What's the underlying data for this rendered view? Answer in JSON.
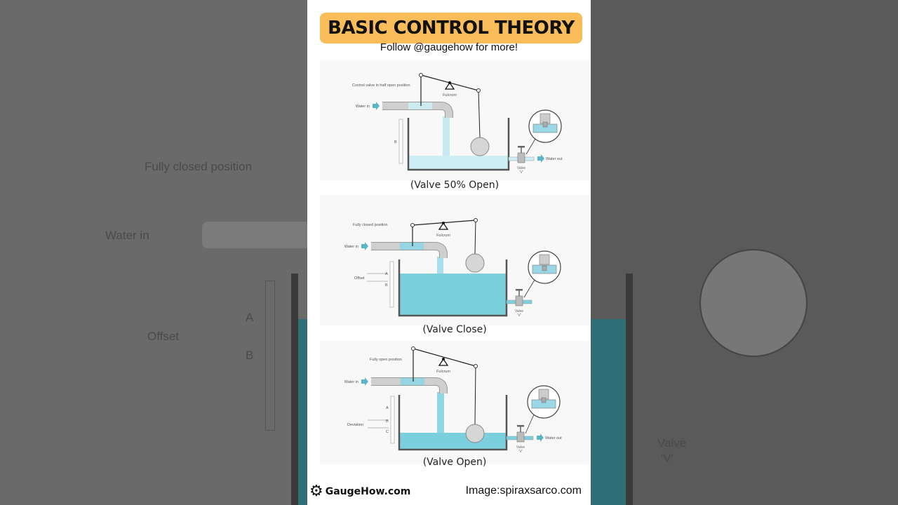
{
  "background": {
    "left_labels": [
      "Fully closed position",
      "Water in",
      "Offset",
      "A",
      "B"
    ],
    "right_labels": [
      "Valve",
      "'V'"
    ]
  },
  "header": {
    "title": "BASIC CONTROL THEORY",
    "subtitle": "Follow @gaugehow for more!",
    "accent_color": "#fbbd5a"
  },
  "diagrams": [
    {
      "position_label": "Control valve in half open position",
      "water_in": "Water in",
      "fulcrum": "Fulcrum",
      "scale_labels": [
        "B"
      ],
      "side_label": "",
      "valve_label": "Valve",
      "valve_id": "'V'",
      "water_out": "Water out",
      "caption": "(Valve 50% Open)",
      "water_color": "#cdeef3"
    },
    {
      "position_label": "Fully closed position",
      "water_in": "Water in",
      "fulcrum": "Fulcrum",
      "scale_labels": [
        "A",
        "B"
      ],
      "side_label": "Offset",
      "valve_label": "Valve",
      "valve_id": "'V'",
      "water_out": "",
      "caption": "(Valve Close)",
      "water_color": "#7ccfdd"
    },
    {
      "position_label": "Fully open position",
      "water_in": "Water in",
      "fulcrum": "Fulcrum",
      "scale_labels": [
        "A",
        "B",
        "C"
      ],
      "side_label": "Deviation",
      "valve_label": "Valve",
      "valve_id": "'V'",
      "water_out": "Water out",
      "caption": "(Valve Open)",
      "water_color": "#7ccfdd"
    }
  ],
  "footer": {
    "logo": "GaugeHow.com",
    "credit": "Image:spiraxsarco.com"
  },
  "icons": [
    "gear-logo-icon",
    "arrow-right-icon"
  ]
}
